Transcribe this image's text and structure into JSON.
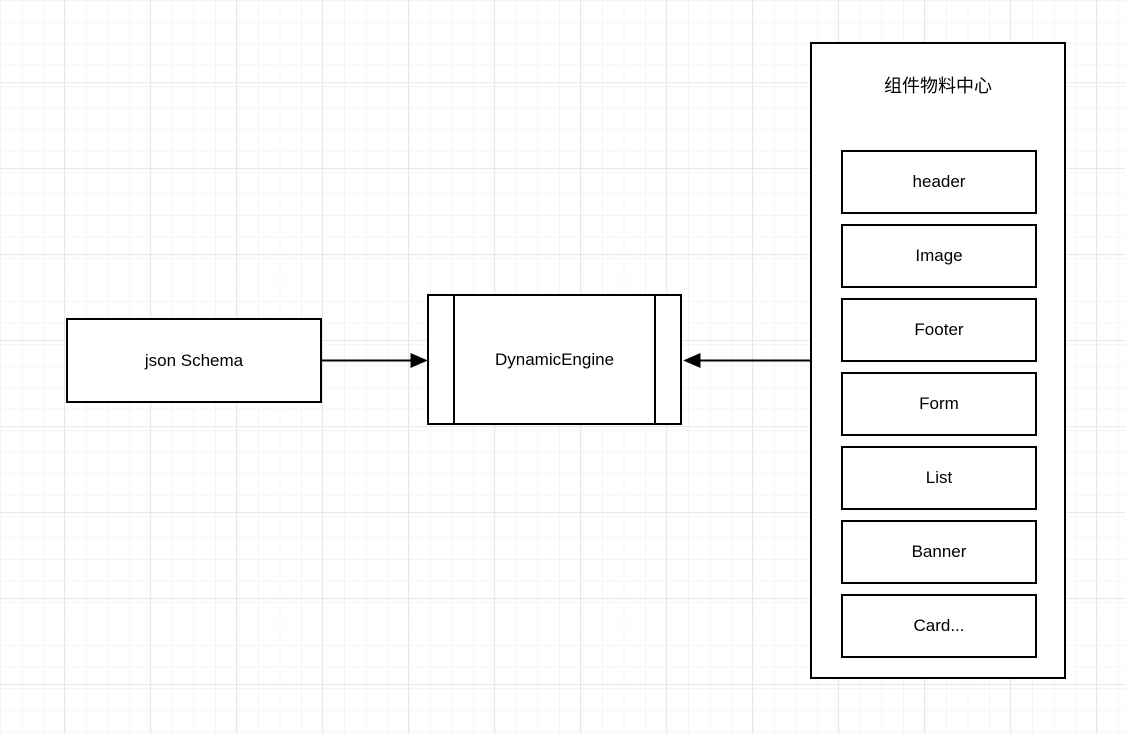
{
  "diagram": {
    "colors": {
      "stroke": "#000000",
      "shape_fill": "#ffffff",
      "background": "#ffffff",
      "grid_minor": "#f5f5f5",
      "grid_major": "#e8e8e8"
    }
  },
  "nodes": {
    "json_schema": {
      "label": "json Schema"
    },
    "dynamic_engine": {
      "label": "DynamicEngine"
    }
  },
  "palette": {
    "title": "组件物料中心",
    "items": [
      {
        "label": "header"
      },
      {
        "label": "Image"
      },
      {
        "label": "Footer"
      },
      {
        "label": "Form"
      },
      {
        "label": "List"
      },
      {
        "label": "Banner"
      },
      {
        "label": "Card..."
      }
    ]
  }
}
